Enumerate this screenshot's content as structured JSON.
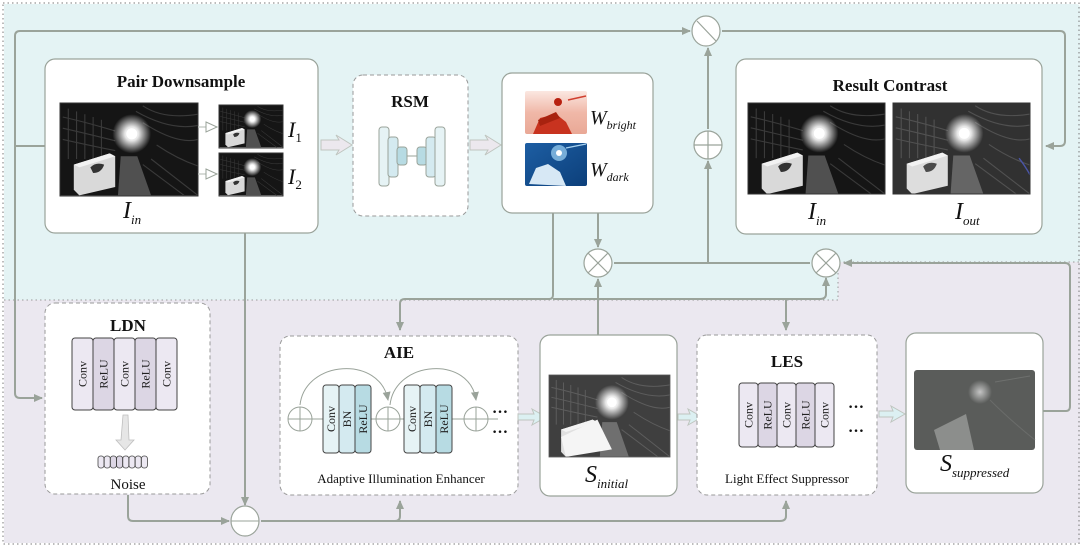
{
  "colors": {
    "top_region": "#e4f3f4",
    "bottom_region": "#ebe8f0",
    "line": "#9aa39a",
    "box_border": "#9aa39a",
    "conv_fill": "#ece8f2",
    "relu_fill": "#dcd6e4",
    "aie_conv_fill": "#e6f3f5",
    "aie_bn_fill": "#d4eaf0",
    "aie_relu_fill": "#b7dbe3",
    "arrow_fill_pink": "#ece8ee",
    "arrow_fill_cyan": "#dcf0f2",
    "w_bright": "#c8331f",
    "w_dark": "#0f4f92"
  },
  "pair_downsample": {
    "title": "Pair Downsample",
    "input_label": "I",
    "input_sub": "in",
    "out1_label": "I",
    "out1_sub": "1",
    "out2_label": "I",
    "out2_sub": "2"
  },
  "rsm": {
    "title": "RSM"
  },
  "weights": {
    "bright_label": "W",
    "bright_sub": "bright",
    "dark_label": "W",
    "dark_sub": "dark"
  },
  "result_contrast": {
    "title": "Result Contrast",
    "in_label": "I",
    "in_sub": "in",
    "out_label": "I",
    "out_sub": "out"
  },
  "ldn": {
    "title": "LDN",
    "layers": [
      "Conv",
      "ReLU",
      "Conv",
      "ReLU",
      "Conv"
    ],
    "noise_label": "Noise"
  },
  "aie": {
    "title": "AIE",
    "block1": [
      "Conv",
      "BN",
      "ReLU"
    ],
    "block2": [
      "Conv",
      "BN",
      "ReLU"
    ],
    "ellipsis": "…",
    "caption": "Adaptive Illumination Enhancer"
  },
  "s_initial": {
    "label": "S",
    "sub": "initial"
  },
  "les": {
    "title": "LES",
    "layers": [
      "Conv",
      "ReLU",
      "Conv",
      "ReLU",
      "Conv"
    ],
    "ellipsis": "…",
    "caption": "Light Effect Suppressor"
  },
  "s_suppressed": {
    "label": "S",
    "sub": "suppressed"
  },
  "operators": {
    "divide": "divide-node",
    "add": "add-node",
    "multiply_1": "multiply-node",
    "multiply_2": "multiply-node",
    "concat": "concat-node"
  }
}
